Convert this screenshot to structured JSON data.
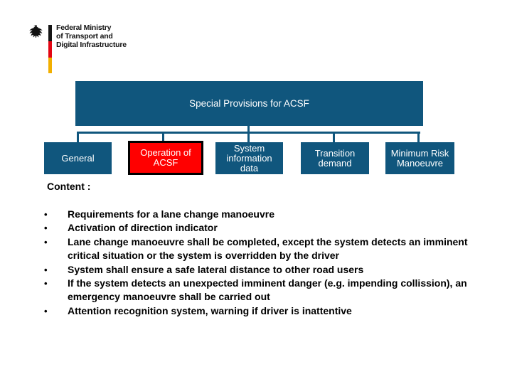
{
  "logo": {
    "lines": [
      "Federal Ministry",
      "of Transport and",
      "Digital Infrastructure"
    ],
    "flag_colors": {
      "black": "#151515",
      "red": "#E30613",
      "gold": "#F2AF00"
    }
  },
  "org_chart": {
    "root_label": "Special Provisions for ACSF",
    "children": [
      {
        "label": "General",
        "highlighted": false
      },
      {
        "label": "Operation of ACSF",
        "highlighted": true
      },
      {
        "label": "System information data",
        "highlighted": false
      },
      {
        "label": "Transition demand",
        "highlighted": false
      },
      {
        "label": "Minimum Risk Manoeuvre",
        "highlighted": false
      }
    ],
    "colors": {
      "box_blue": "#10567D",
      "highlight_red": "#FF0000",
      "connector": "#10567D",
      "box_text": "#FFFFFF"
    }
  },
  "content": {
    "heading": "Content :",
    "bullet_marker": "•",
    "bullets": [
      "Requirements for a lane change manoeuvre",
      "Activation of direction indicator",
      "Lane change manoeuvre shall be completed, except the system detects an imminent critical situation or the system is overridden by the driver",
      "System shall ensure a safe lateral distance to other road users",
      "If the system detects an unexpected imminent danger (e.g. impending collission), an emergency manoeuvre shall be carried out",
      "Attention recognition system, warning if driver is inattentive"
    ]
  }
}
